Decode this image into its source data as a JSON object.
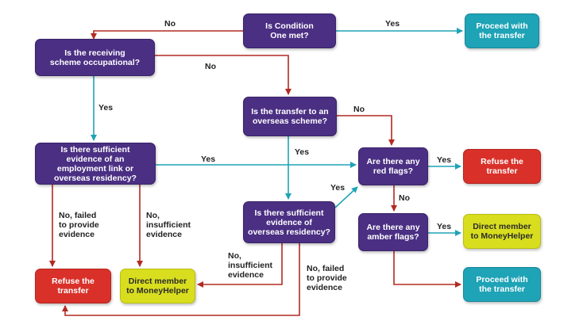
{
  "colors": {
    "question": "#4a2f83",
    "proceed": "#1fa3b6",
    "refuse": "#d9312a",
    "moneyhelper": "#d8de1e",
    "arrow_no": "#b22a22",
    "arrow_yes": "#1fa3b6"
  },
  "nodes": {
    "condition_one": "Is Condition\nOne met?",
    "proceed_top": "Proceed with\nthe transfer",
    "occupational": "Is the receiving\nscheme occupational?",
    "overseas_scheme": "Is the transfer to an\noverseas scheme?",
    "employment_link": "Is there sufficient\nevidence of an\nemployment link or\noverseas residency?",
    "red_flags": "Are there any\nred flags?",
    "refuse_right": "Refuse the\ntransfer",
    "overseas_residency": "Is there sufficient\nevidence of\noverseas residency?",
    "amber_flags": "Are there any\namber flags?",
    "moneyhelper_right": "Direct member\nto MoneyHelper",
    "refuse_left": "Refuse the\ntransfer",
    "moneyhelper_left": "Direct member\nto MoneyHelper",
    "proceed_bottom": "Proceed with\nthe transfer"
  },
  "labels": {
    "cond_no": "No",
    "cond_yes": "Yes",
    "occ_no": "No",
    "occ_yes": "Yes",
    "overseas_no": "No",
    "overseas_yes": "Yes",
    "emp_yes": "Yes",
    "emp_failed": "No, failed\nto provide\nevidence",
    "emp_insufficient": "No,\ninsufficient\nevidence",
    "res_yes": "Yes",
    "res_insufficient": "No,\ninsufficient\nevidence",
    "res_failed": "No, failed\nto provide\nevidence",
    "red_yes": "Yes",
    "red_no": "No",
    "amber_yes": "Yes"
  }
}
